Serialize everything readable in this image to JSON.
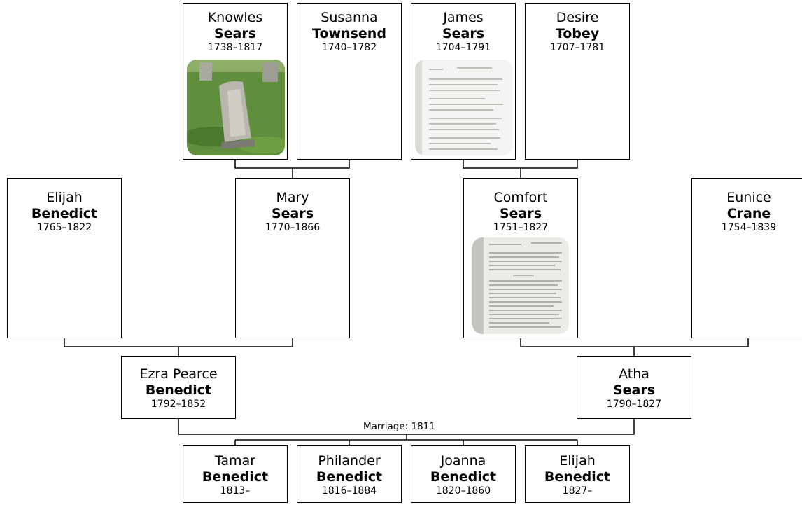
{
  "people": {
    "knowles": {
      "given": "Knowles",
      "surname": "Sears",
      "dates": "1738–1817",
      "photo": "gravestone-photo"
    },
    "susanna": {
      "given": "Susanna",
      "surname": "Townsend",
      "dates": "1740–1782"
    },
    "james": {
      "given": "James",
      "surname": "Sears",
      "dates": "1704–1791",
      "photo": "document-scan"
    },
    "desire": {
      "given": "Desire",
      "surname": "Tobey",
      "dates": "1707–1781"
    },
    "elijah_sr": {
      "given": "Elijah",
      "surname": "Benedict",
      "dates": "1765–1822"
    },
    "mary": {
      "given": "Mary",
      "surname": "Sears",
      "dates": "1770–1866"
    },
    "comfort": {
      "given": "Comfort",
      "surname": "Sears",
      "dates": "1751–1827",
      "photo": "document-scan"
    },
    "eunice": {
      "given": "Eunice",
      "surname": "Crane",
      "dates": "1754–1839"
    },
    "ezra": {
      "given": "Ezra Pearce",
      "surname": "Benedict",
      "dates": "1792–1852"
    },
    "atha": {
      "given": "Atha",
      "surname": "Sears",
      "dates": "1790–1827"
    },
    "tamar": {
      "given": "Tamar",
      "surname": "Benedict",
      "dates": "1813–"
    },
    "philander": {
      "given": "Philander",
      "surname": "Benedict",
      "dates": "1816–1884"
    },
    "joanna": {
      "given": "Joanna",
      "surname": "Benedict",
      "dates": "1820–1860"
    },
    "elijah_jr": {
      "given": "Elijah",
      "surname": "Benedict",
      "dates": "1827–"
    }
  },
  "marriage_label": "Marriage: 1811"
}
